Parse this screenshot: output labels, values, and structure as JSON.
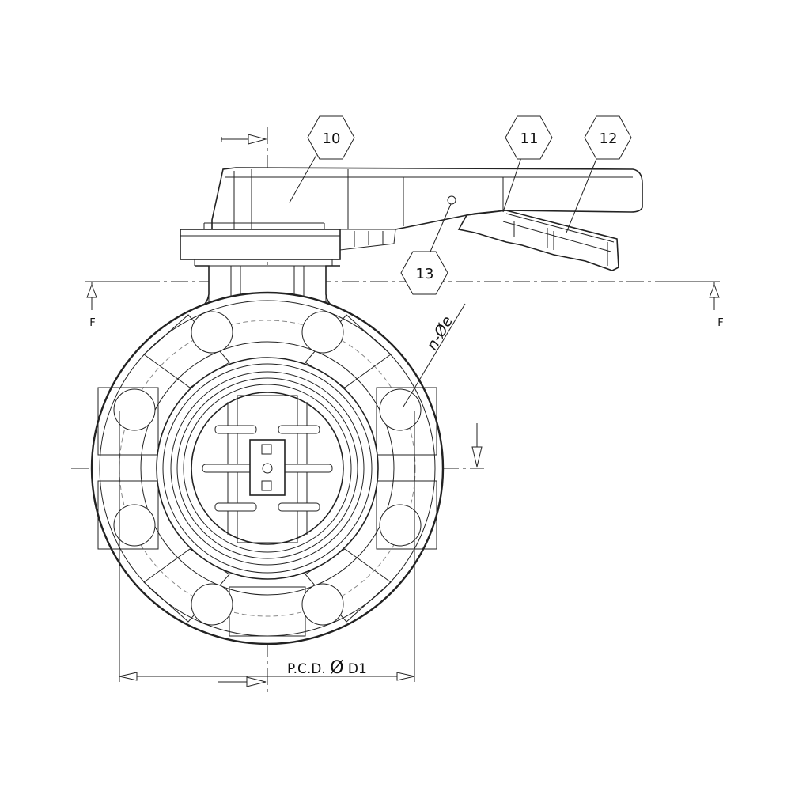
{
  "callouts": {
    "c10": "10",
    "c11": "11",
    "c12": "12",
    "c13": "13"
  },
  "section_marks": {
    "left": "F",
    "right": "F"
  },
  "dimensions": {
    "pcd_label": "P.C.D.",
    "diameter_symbol": "Ø",
    "pcd_value": "D1",
    "holes_label": "n-Øe"
  },
  "colors": {
    "line": "#222222",
    "background": "#ffffff"
  }
}
